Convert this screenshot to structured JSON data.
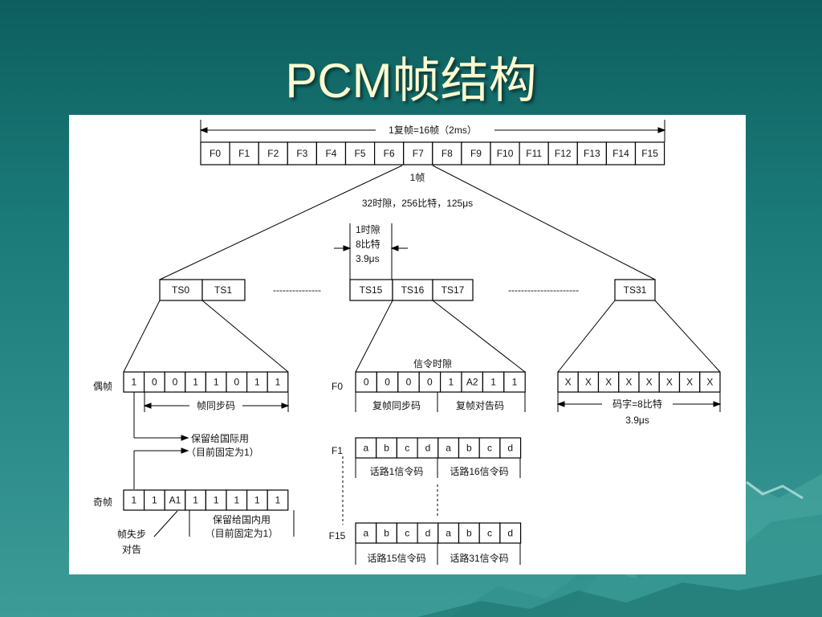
{
  "title": "PCM帧结构",
  "multiframe": {
    "label": "1复帧=16帧（2ms）",
    "frames": [
      "F0",
      "F1",
      "F2",
      "F3",
      "F4",
      "F5",
      "F6",
      "F7",
      "F8",
      "F9",
      "F10",
      "F11",
      "F12",
      "F13",
      "F14",
      "F15"
    ]
  },
  "frame": {
    "label": "1帧",
    "desc": "32时隙，256比特，125μs"
  },
  "timeslot_info": [
    "1时隙",
    "8比特",
    "3.9μs"
  ],
  "timeslots": {
    "ts0": "TS0",
    "ts1": "TS1",
    "dash1": "---------------",
    "ts15": "TS15",
    "ts16": "TS16",
    "ts17": "TS17",
    "dash2": "----------------------",
    "ts31": "TS31"
  },
  "even_frame": {
    "label": "偶帧",
    "bits": [
      "1",
      "0",
      "0",
      "1",
      "1",
      "0",
      "1",
      "1"
    ],
    "sync_label": "帧同步码"
  },
  "reserved_intl": [
    "保留给国际用",
    "（目前固定为1）"
  ],
  "odd_frame": {
    "label": "奇帧",
    "bits": [
      "1",
      "1",
      "A1",
      "1",
      "1",
      "1",
      "1",
      "1"
    ],
    "reserved_domestic": [
      "保留给国内用",
      "（目前固定为1）"
    ],
    "loss_label": [
      "帧失步",
      "对告"
    ]
  },
  "signaling": {
    "label": "信令时隙",
    "f0_label": "F0",
    "f0_bits": [
      "0",
      "0",
      "0",
      "0",
      "1",
      "A2",
      "1",
      "1"
    ],
    "mf_sync": "复帧同步码",
    "mf_alarm": "复帧对告码",
    "f1_label": "F1",
    "f1_bits": [
      "a",
      "b",
      "c",
      "d",
      "a",
      "b",
      "c",
      "d"
    ],
    "f1_left": "话路1信令码",
    "f1_right": "话路16信令码",
    "f15_label": "F15",
    "f15_bits": [
      "a",
      "b",
      "c",
      "d",
      "a",
      "b",
      "c",
      "d"
    ],
    "f15_left": "话路15信令码",
    "f15_right": "话路31信令码"
  },
  "codeword": {
    "bits": [
      "X",
      "X",
      "X",
      "X",
      "X",
      "X",
      "X",
      "X"
    ],
    "label": "码字=8比特",
    "duration": "3.9μs"
  }
}
